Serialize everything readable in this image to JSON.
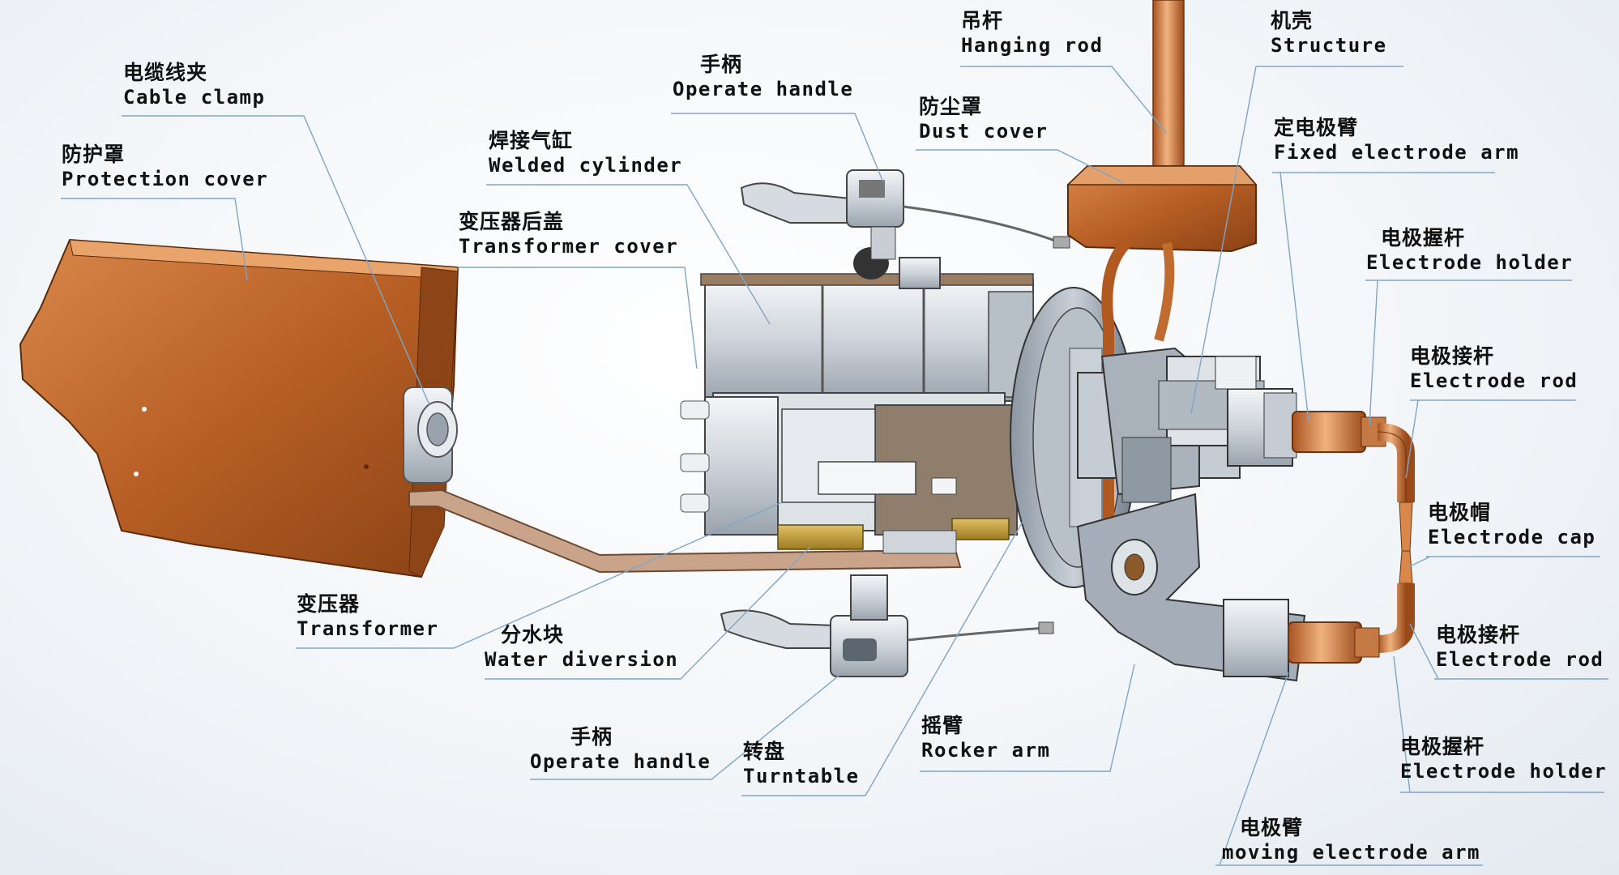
{
  "labels": {
    "hanging_rod": {
      "zh": "吊杆",
      "en": "Hanging rod"
    },
    "structure": {
      "zh": "机壳",
      "en": "Structure"
    },
    "cable_clamp": {
      "zh": "电缆线夹",
      "en": "Cable clamp"
    },
    "operate_handle_top": {
      "zh": "手柄",
      "en": "Operate handle"
    },
    "dust_cover": {
      "zh": "防尘罩",
      "en": "Dust cover"
    },
    "fixed_electrode_arm": {
      "zh": "定电极臂",
      "en": "Fixed electrode arm"
    },
    "protection_cover": {
      "zh": "防护罩",
      "en": "Protection cover"
    },
    "welded_cylinder": {
      "zh": "焊接气缸",
      "en": "Welded cylinder"
    },
    "transformer_cover": {
      "zh": "变压器后盖",
      "en": "Transformer cover"
    },
    "electrode_holder_top": {
      "zh": "电极握杆",
      "en": "Electrode holder"
    },
    "electrode_rod_top": {
      "zh": "电极接杆",
      "en": "Electrode rod"
    },
    "electrode_cap": {
      "zh": "电极帽",
      "en": "Electrode cap"
    },
    "transformer": {
      "zh": "变压器",
      "en": "Transformer"
    },
    "water_diversion": {
      "zh": "分水块",
      "en": "Water diversion"
    },
    "electrode_rod_bottom": {
      "zh": "电极接杆",
      "en": "Electrode rod"
    },
    "rocker_arm": {
      "zh": "摇臂",
      "en": "Rocker arm"
    },
    "operate_handle_bottom": {
      "zh": "手柄",
      "en": "Operate handle"
    },
    "turntable": {
      "zh": "转盘",
      "en": "Turntable"
    },
    "electrode_holder_bottom": {
      "zh": "电极握杆",
      "en": "Electrode holder"
    },
    "moving_electrode_arm": {
      "zh": "电极臂",
      "en": "moving electrode arm"
    }
  }
}
